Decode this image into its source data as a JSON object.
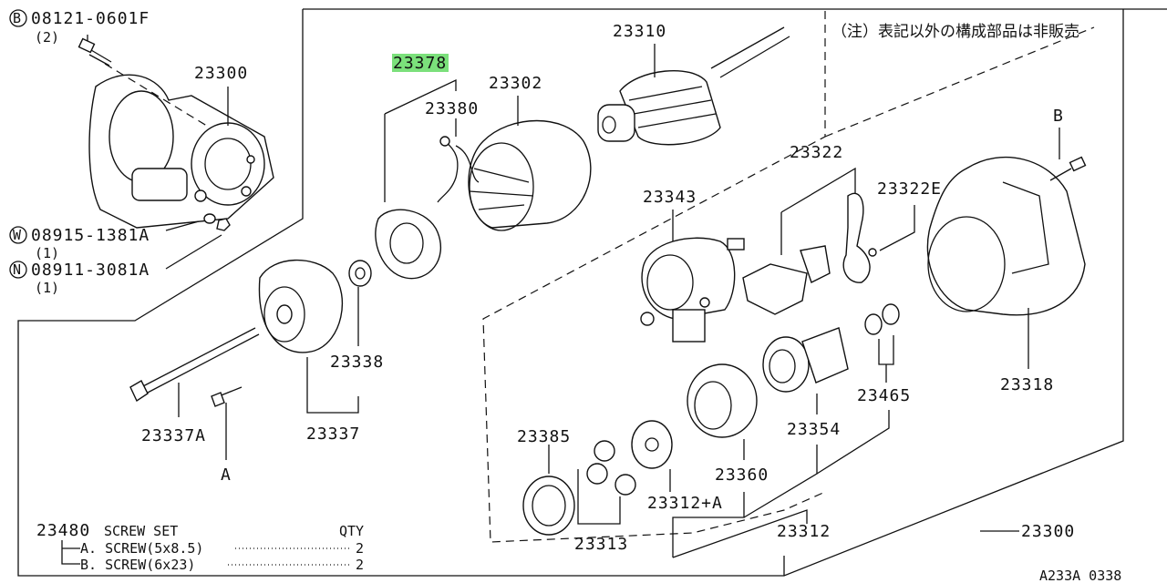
{
  "note": "（注）表記以外の構成部品は非販売",
  "diagram_code": "A233A 0338",
  "highlight_color": "#7be07b",
  "fasteners": [
    {
      "circle": "B",
      "number": "08121-0601F",
      "qty": "(2)"
    },
    {
      "circle": "W",
      "number": "08915-1381A",
      "qty": "(1)"
    },
    {
      "circle": "N",
      "number": "08911-3081A",
      "qty": "(1)"
    }
  ],
  "parts": {
    "p23300_top": "23300",
    "p23300_bottom": "23300",
    "p23378": "23378",
    "p23380": "23380",
    "p23302": "23302",
    "p23310": "23310",
    "p23343": "23343",
    "p23322": "23322",
    "p23322E": "23322E",
    "p23318": "23318",
    "p23338": "23338",
    "p23337": "23337",
    "p23337A": "23337A",
    "p23385": "23385",
    "p23313": "23313",
    "p23312A": "23312+A",
    "p23312": "23312",
    "p23360": "23360",
    "p23354": "23354",
    "p23465": "23465"
  },
  "callouts": {
    "a1": "A",
    "b1": "B"
  },
  "screw_set": {
    "number": "23480",
    "title": "SCREW SET",
    "qty_header": "QTY",
    "rows": [
      {
        "label": "A. SCREW(5x8.5)",
        "qty": "2"
      },
      {
        "label": "B. SCREW(6x23)",
        "qty": "2"
      }
    ]
  }
}
